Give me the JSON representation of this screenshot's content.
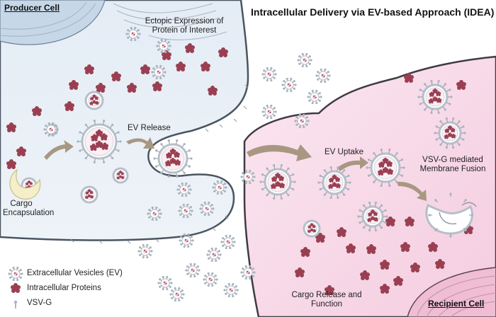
{
  "title": "Intracellular Delivery via EV-based Approach (IDEA)",
  "producer_cell_label": "Producer Cell",
  "recipient_cell_label": "Recipient Cell",
  "steps": {
    "ectopic_line1": "Ectopic Expression of",
    "ectopic_line2": "Protein of Interest",
    "ev_release": "EV Release",
    "cargo_line1": "Cargo",
    "cargo_line2": "Encapsulation",
    "ev_uptake": "EV Uptake",
    "fusion_line1": "VSV-G mediated",
    "fusion_line2": "Membrane Fusion",
    "release_line1": "Cargo Release and",
    "release_line2": "Function"
  },
  "legend": [
    {
      "label": "Extracellular Vesicles (EV)",
      "icon": "ev-icon"
    },
    {
      "label": "Intracellular Proteins",
      "icon": "protein-icon"
    },
    {
      "label": "VSV-G",
      "icon": "vsvg-icon"
    }
  ],
  "colors": {
    "producer_fill": "#e6edf5",
    "producer_border": "#4a5562",
    "recipient_fill": "#f8dbe9",
    "recipient_border": "#3e3b44",
    "protein": "#9a3f52",
    "arrow": "#a89882",
    "vesicle_ring": "#b7bfc9"
  }
}
